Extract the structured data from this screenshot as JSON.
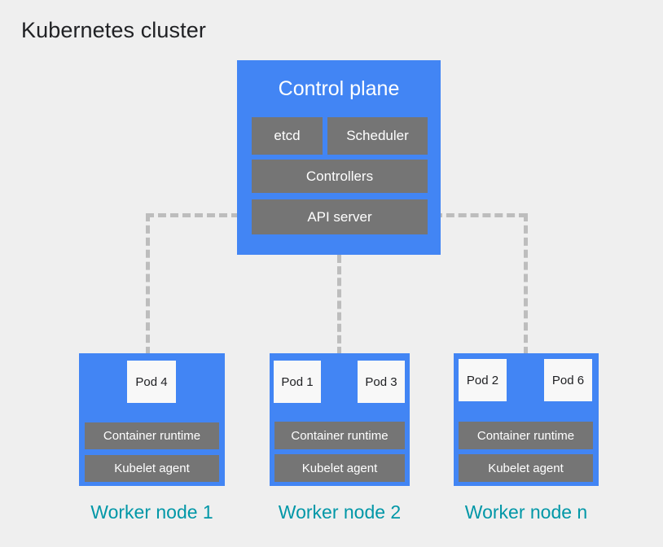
{
  "page": {
    "title": "Kubernetes cluster",
    "background_color": "#efefef"
  },
  "colors": {
    "node_blue": "#4285f4",
    "component_gray": "#757575",
    "pod_white": "#f8f8f8",
    "caption_teal": "#0097a7",
    "connector_gray": "#bdbdbd",
    "title_black": "#202124"
  },
  "control_plane": {
    "title": "Control plane",
    "components": [
      {
        "label": "etcd"
      },
      {
        "label": "Scheduler"
      },
      {
        "label": "Controllers"
      },
      {
        "label": "API server"
      }
    ]
  },
  "worker_nodes": [
    {
      "caption": "Worker node 1",
      "pods": [
        {
          "label": "Pod 4"
        }
      ],
      "runtime_label": "Container runtime",
      "kubelet_label": "Kubelet agent"
    },
    {
      "caption": "Worker node 2",
      "pods": [
        {
          "label": "Pod 1"
        },
        {
          "label": "Pod 3"
        }
      ],
      "runtime_label": "Container runtime",
      "kubelet_label": "Kubelet agent"
    },
    {
      "caption": "Worker node n",
      "pods": [
        {
          "label": "Pod 2"
        },
        {
          "label": "Pod 6"
        }
      ],
      "runtime_label": "Container runtime",
      "kubelet_label": "Kubelet agent"
    }
  ],
  "connectors": {
    "style": "dashed",
    "from": "API server",
    "to": [
      "Worker node 1",
      "Worker node 2",
      "Worker node n"
    ]
  }
}
